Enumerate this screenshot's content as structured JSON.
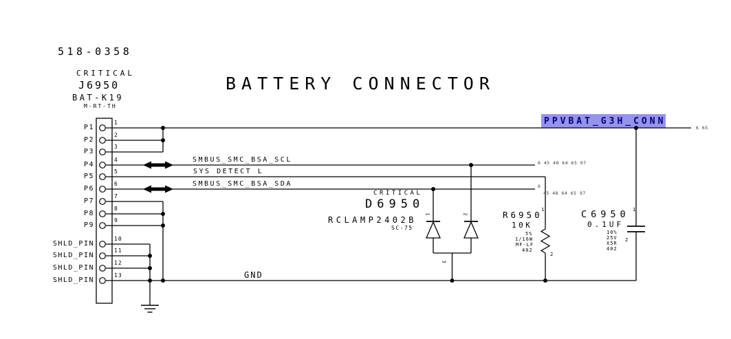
{
  "sheet": {
    "title": "BATTERY CONNECTOR",
    "part_number": "518-0358"
  },
  "connector": {
    "critical_label": "CRITICAL",
    "refdes": "J6950",
    "part_name": "BAT-K19",
    "mount_type": "M-RT-TH",
    "pins": [
      {
        "name": "P1",
        "num": "1"
      },
      {
        "name": "P2",
        "num": "2"
      },
      {
        "name": "P3",
        "num": "3"
      },
      {
        "name": "P4",
        "num": "4"
      },
      {
        "name": "P5",
        "num": "5"
      },
      {
        "name": "P6",
        "num": "6"
      },
      {
        "name": "P7",
        "num": "7"
      },
      {
        "name": "P8",
        "num": "8"
      },
      {
        "name": "P9",
        "num": "9"
      },
      {
        "name": "SHLD_PIN",
        "num": "10"
      },
      {
        "name": "SHLD_PIN",
        "num": "11"
      },
      {
        "name": "SHLD_PIN",
        "num": "12"
      },
      {
        "name": "SHLD_PIN",
        "num": "13"
      }
    ]
  },
  "nets": {
    "ppvbat": {
      "label": "PPVBAT_G3H_CONN",
      "refs": "6 65"
    },
    "scl": {
      "label": "SMBUS_SMC_BSA_SCL",
      "refs": "6 45 48 64 65 97"
    },
    "sys_detect": {
      "label": "SYS DETECT L"
    },
    "sda": {
      "label": "SMBUS_SMC_BSA_SDA",
      "refs_line1": "6",
      "refs_line2": "45 48 64 65 97"
    },
    "gnd": {
      "label": "GND"
    }
  },
  "components": {
    "d6950": {
      "critical": "CRITICAL",
      "refdes": "D6950",
      "part": "RCLAMP2402B",
      "package": "SC-75",
      "pin1": "1",
      "pin2": "2",
      "pin3": "3"
    },
    "r6950": {
      "refdes": "R6950",
      "value": "10K",
      "tolerance": "5%",
      "power": "1/16W",
      "type": "MF-LF",
      "footprint": "402",
      "pin1": "1",
      "pin2": "2"
    },
    "c6950": {
      "refdes": "C6950",
      "value": "0.1UF",
      "tolerance": "10%",
      "voltage": "25V",
      "dielectric": "X5R",
      "footprint": "402",
      "pin1": "1",
      "pin2": "2"
    }
  },
  "colors": {
    "net_highlight_bg": "#9593eb",
    "net_highlight_text": "#00007f",
    "line_color": "#000000",
    "background": "#ffffff"
  }
}
